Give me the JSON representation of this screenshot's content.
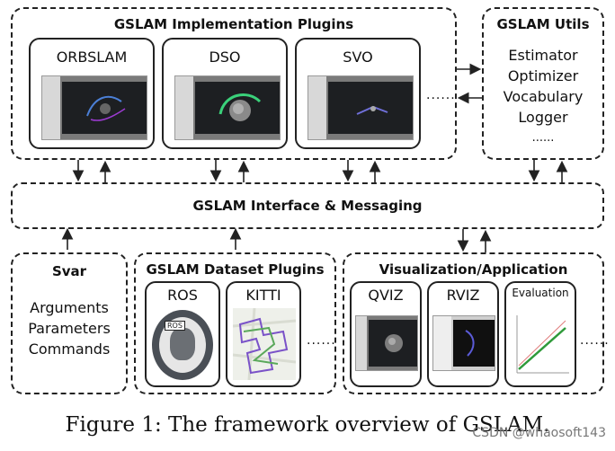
{
  "implementation": {
    "title": "GSLAM Implementation Plugins",
    "plugins": [
      "ORBSLAM",
      "DSO",
      "SVO"
    ],
    "more": "......"
  },
  "utils": {
    "title": "GSLAM Utils",
    "items": [
      "Estimator",
      "Optimizer",
      "Vocabulary",
      "Logger",
      "......"
    ]
  },
  "interface": {
    "title": "GSLAM Interface & Messaging"
  },
  "svar": {
    "title": "Svar",
    "items": [
      "Arguments",
      "Parameters",
      "Commands"
    ]
  },
  "dataset": {
    "title": "GSLAM Dataset Plugins",
    "plugins": [
      "ROS",
      "KITTI"
    ],
    "more": "......",
    "ros_badge": "ROS"
  },
  "visualization": {
    "title": "Visualization/Application",
    "plugins": [
      "QVIZ",
      "RVIZ",
      "Evaluation"
    ],
    "more": "......"
  },
  "caption": "Figure 1: The framework overview of GSLAM.",
  "watermark": "CSDN @whaosoft143"
}
